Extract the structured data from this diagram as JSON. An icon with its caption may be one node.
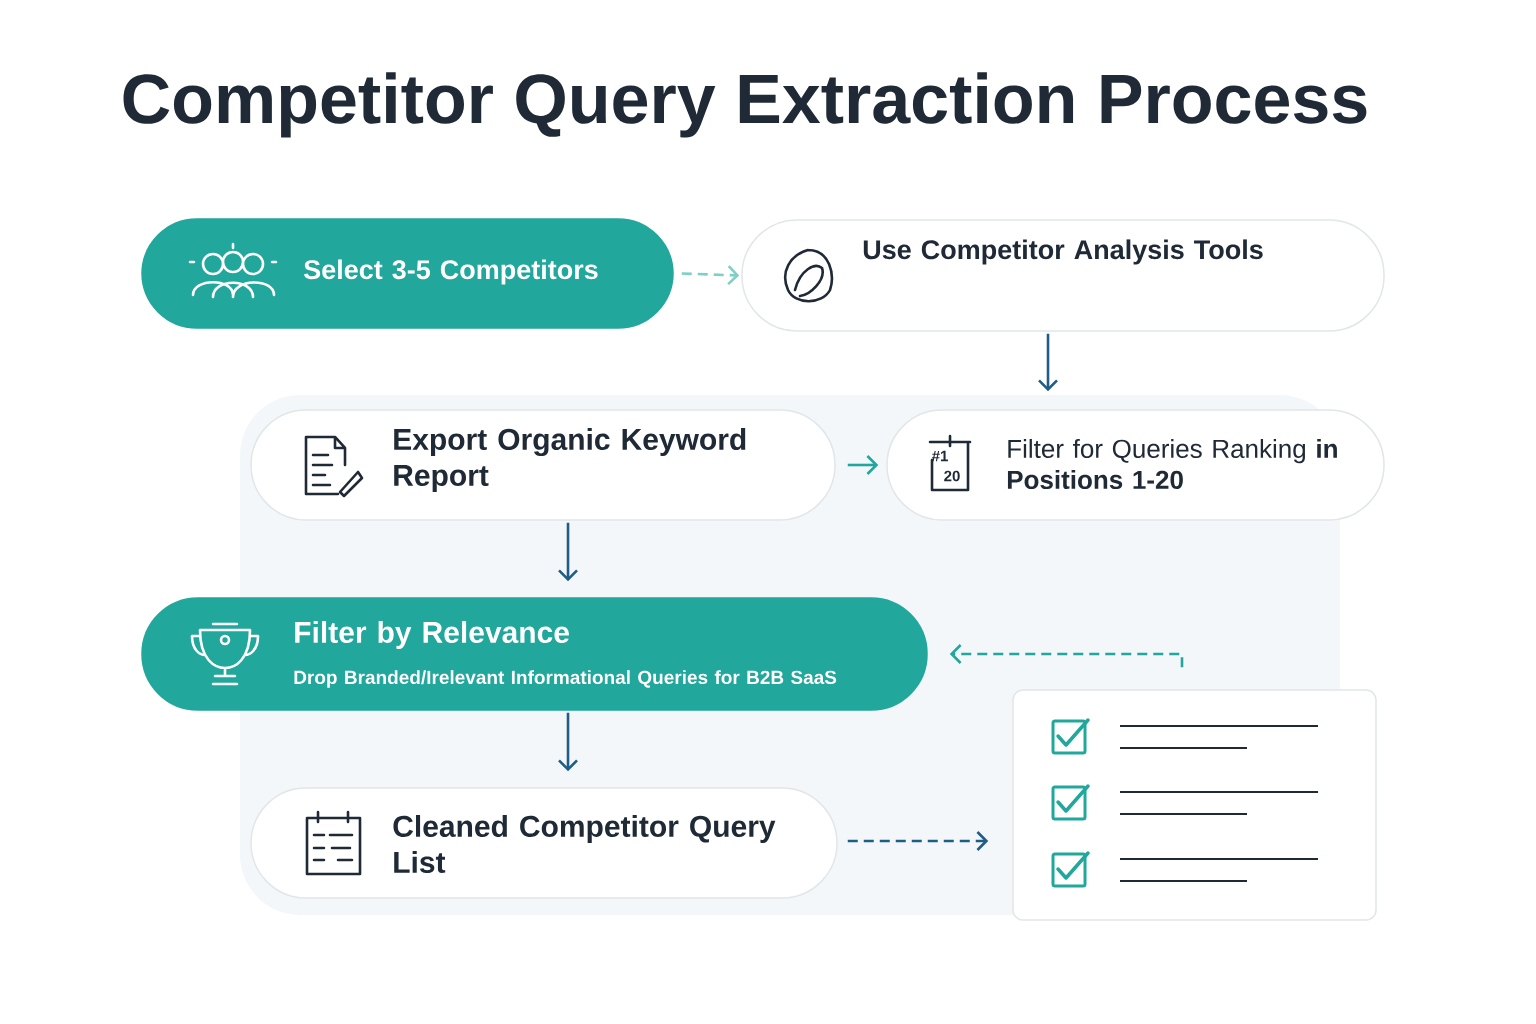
{
  "diagram": {
    "title": "Competitor Query Extraction Process",
    "nodes": [
      {
        "text": [
          "Select 3-5 Competitors"
        ]
      },
      {
        "text": [
          "Use Competitor Analysis Tools"
        ]
      },
      {
        "text": [
          "Export Organic Keyword Report"
        ]
      },
      {
        "text": [
          "Filter for Queries Ranking **in Positions 1-20**"
        ]
      },
      {
        "text": [
          "Filter by Relevance",
          "Drop Branded/Irelevant Informational Queries for B2B SaaS"
        ]
      },
      {
        "text": [
          "Cleaned Competitor Query List"
        ]
      },
      {
        "text": [],
        "shape": "box"
      }
    ],
    "edges": [
      {
        "from": 0,
        "to": 1,
        "arrow": "to",
        "style": "dashed",
        "color": "#7fcfc6"
      },
      {
        "from": 1,
        "to": 3,
        "arrow": "to"
      },
      {
        "from": 2,
        "to": 3,
        "arrow": "to",
        "color": "#21a79b"
      },
      {
        "from": 2,
        "to": 4,
        "arrow": "to"
      },
      {
        "from": 4,
        "to": 5,
        "arrow": "to"
      },
      {
        "from": 5,
        "to": 6,
        "arrow": "to",
        "style": "dashed"
      },
      {
        "from": 6,
        "to": 4,
        "arrow": "to",
        "style": "dashed",
        "color": "#21a79b"
      }
    ],
    "labels": [
      "#1",
      "20"
    ]
  }
}
